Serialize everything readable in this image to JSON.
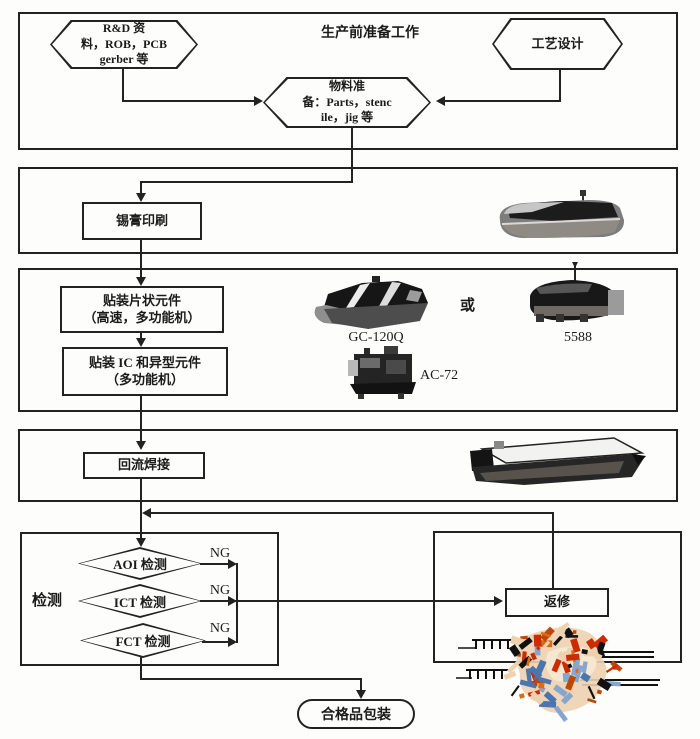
{
  "prep": {
    "title": "生产前准备工作",
    "rd": "R&D 资\n料，ROB，PCB\ngerber 等",
    "process": "工艺设计",
    "material": "物料准\n备：Parts，stenc\nile，jig 等"
  },
  "print": {
    "label": "锡膏印刷"
  },
  "placement": {
    "box1": "贴装片状元件\n（高速，多功能机）",
    "box2": "贴装 IC 和异型元件\n（多功能机）",
    "or_label": "或",
    "machine1": "GC-120Q",
    "machine2": "5588",
    "machine3": "AC-72"
  },
  "reflow": {
    "label": "回流焊接"
  },
  "inspection": {
    "label": "检测",
    "aoi": "AOI 检测",
    "ict": "ICT 检测",
    "fct": "FCT 检测",
    "ng": "NG",
    "rework": "返修"
  },
  "final": {
    "label": "合格品包装"
  },
  "colors": {
    "ink": "#222222",
    "pcb_orange": "#dd6a16",
    "pcb_dark_orange": "#b9480a",
    "pcb_blue": "#4a76ad",
    "pcb_light_blue": "#86a6cf",
    "pcb_tan": "#eed2b0",
    "pcb_red": "#cc2b00"
  }
}
